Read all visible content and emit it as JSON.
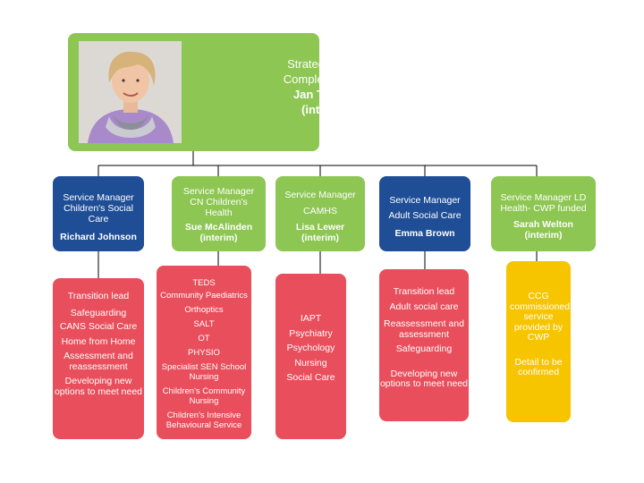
{
  "top": {
    "line1": "Strategic Lead",
    "line2": "Complex Needs",
    "name": "Jan Trainor",
    "interim": "(interim)"
  },
  "managers": [
    {
      "title": "Service Manager Children's Social Care",
      "name": "Richard Johnson",
      "color": "#1f4e96"
    },
    {
      "title": "Service Manager CN Children's Health",
      "name": "Sue McAlinden (interim)",
      "color": "#8dc653"
    },
    {
      "title": "Service Manager",
      "sub": "CAMHS",
      "name": "Lisa Lewer (interim)",
      "color": "#8dc653"
    },
    {
      "title": "Service Manager",
      "sub": "Adult Social Care",
      "name": "Emma Brown",
      "color": "#1f4e96"
    },
    {
      "title": "Service Manager LD Health- CWP funded",
      "name": "Sarah Welton (interim)",
      "color": "#8dc653"
    }
  ],
  "teams": [
    {
      "items": [
        "Transition lead",
        "Safeguarding",
        "CANS Social Care",
        "Home from Home",
        "Assessment and reassessment",
        "Developing new options to meet need"
      ],
      "color": "#e84e5b"
    },
    {
      "items": [
        "TEDS",
        "Community Paediatrics",
        "Orthoptics",
        "SALT",
        "OT",
        "PHYSIO",
        "Specialist SEN School Nursing",
        "Children's Community Nursing",
        "Children's Intensive Behavioural Service"
      ],
      "color": "#e84e5b"
    },
    {
      "items": [
        "IAPT",
        "Psychiatry",
        "Psychology",
        "Nursing",
        "Social Care"
      ],
      "color": "#e84e5b"
    },
    {
      "items": [
        "Transition lead",
        "Adult social care",
        "Reassessment and assessment",
        "Safeguarding",
        "Developing new options to meet need"
      ],
      "color": "#e84e5b"
    },
    {
      "items": [
        "CCG commissioned service provided by CWP",
        "Detail to be confirmed"
      ],
      "color": "#f7c400"
    }
  ]
}
